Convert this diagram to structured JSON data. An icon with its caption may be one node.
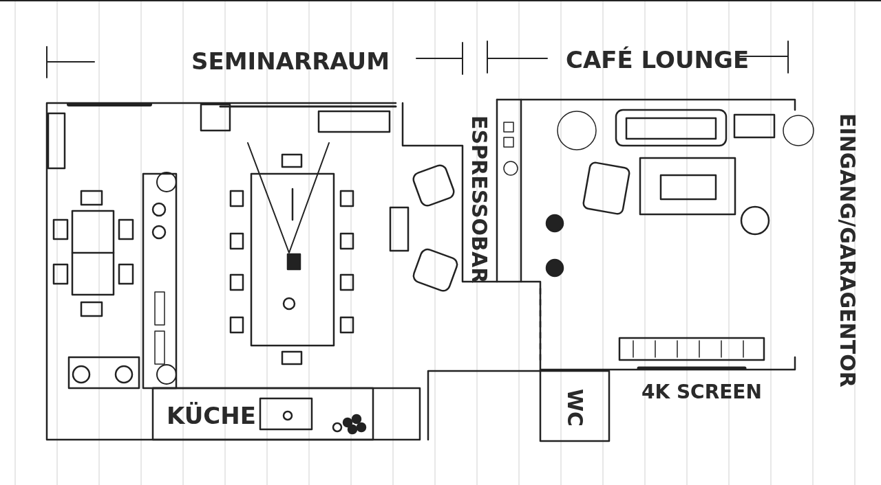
{
  "diagram": {
    "labels": [
      "SEMINARRAUM",
      "CAFÉ LOUNGE",
      "ESPRESSOBAR",
      "EINGANG/GARAGENTOR",
      "KÜCHE",
      "WC",
      "4K SCREEN"
    ]
  }
}
